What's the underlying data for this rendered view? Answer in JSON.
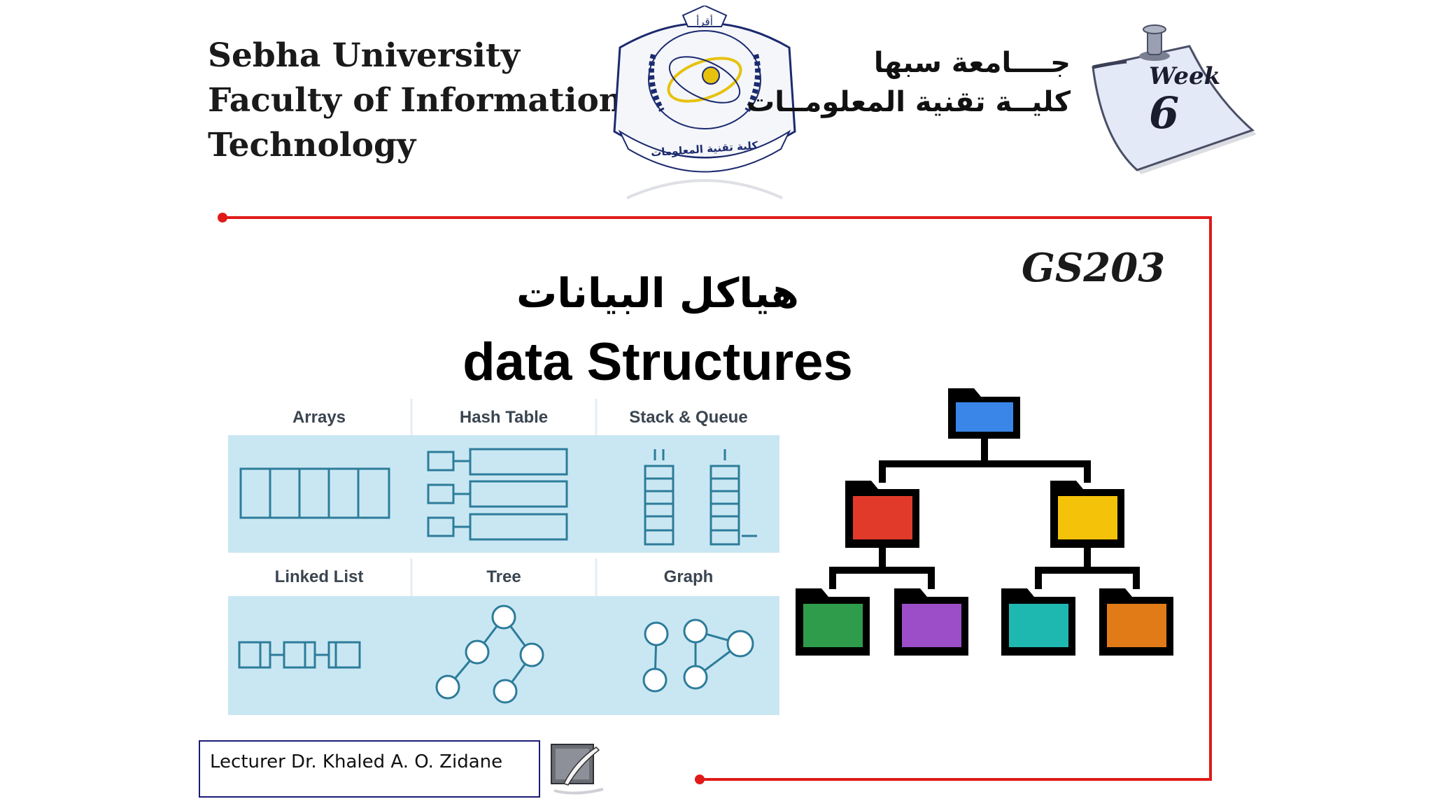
{
  "header": {
    "university_en": [
      "Sebha University",
      "Faculty of Information",
      "Technology"
    ],
    "university_ar": [
      "جــــامعة سبها",
      "كليــة تقنية المعلومــات"
    ],
    "logo_top_text": "أقرأ",
    "logo_bottom_text": "كلية تقنية المعلومات",
    "week_label": "Week",
    "week_number": "6"
  },
  "course_code": "GS203",
  "title_ar": "هياكل البيانات",
  "title_en": "data Structures",
  "ds_types": {
    "arrays": "Arrays",
    "hash_table": "Hash Table",
    "stack_queue": "Stack & Queue",
    "linked_list": "Linked List",
    "tree": "Tree",
    "graph": "Graph"
  },
  "lecturer": "Lecturer Dr. Khaled A. O. Zidane",
  "colors": {
    "frame_line": "#e01a1a",
    "panel_bg": "#c9e7f3",
    "panel_stroke": "#2d7c9a",
    "folder_root": "#3a86e8",
    "folder_red": "#e23a2a",
    "folder_yellow": "#f5c20a",
    "folder_green": "#2e9c4a",
    "folder_purple": "#9b4ec8",
    "folder_teal": "#1fb8b0",
    "folder_orange": "#e07b18"
  }
}
